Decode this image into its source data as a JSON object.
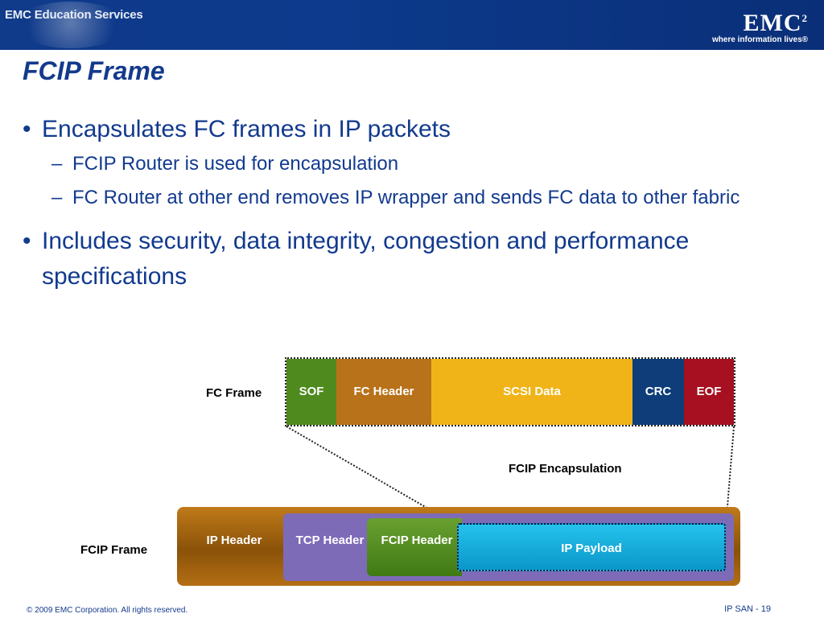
{
  "header": {
    "brand_left": "EMC Education Services",
    "logo": "EMC",
    "logo_sup": "2",
    "tagline": "where information lives®"
  },
  "slide": {
    "title": "FCIP Frame",
    "bullets": [
      {
        "text": "Encapsulates FC frames in IP packets",
        "subs": [
          "FCIP Router is used for encapsulation",
          "FC Router at other end removes IP wrapper and sends FC data to other fabric"
        ]
      },
      {
        "text": "Includes security, data integrity, congestion and performance specifications",
        "subs": []
      }
    ]
  },
  "diagram": {
    "fc_frame_label": "FC Frame",
    "fcip_frame_label": "FCIP Frame",
    "encapsulation_label": "FCIP Encapsulation",
    "fc_segments": [
      {
        "label": "SOF",
        "color": "#4f8a1f"
      },
      {
        "label": "FC Header",
        "color": "#b8721a"
      },
      {
        "label": "SCSI Data",
        "color": "#f0b418"
      },
      {
        "label": "CRC",
        "color": "#0e3d7a"
      },
      {
        "label": "EOF",
        "color": "#a61020"
      }
    ],
    "fcip_segments": {
      "ip_header": "IP Header",
      "tcp_header": "TCP Header",
      "fcip_header": "FCIP Header",
      "ip_payload": "IP Payload"
    }
  },
  "footer": {
    "copyright": "© 2009 EMC Corporation. All rights reserved.",
    "page": "IP SAN - 19"
  }
}
